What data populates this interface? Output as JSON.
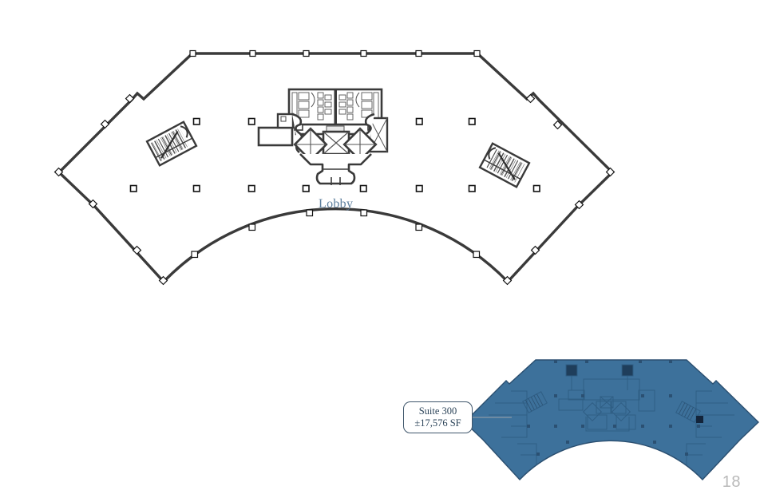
{
  "document": {
    "type": "floor-plan-sheet",
    "page_number": "18"
  },
  "main_plan": {
    "name": "main-floor-plan",
    "labels": {
      "lobby": "Lobby"
    },
    "colors": {
      "wall": "#3a3a3a",
      "interior_line": "#444444",
      "column_fill": "#ffffff",
      "column_stroke": "#111111",
      "lobby_text": "#5d7f9e",
      "background": "#ffffff"
    }
  },
  "key_plan": {
    "name": "key-plan-thumbnail",
    "colors": {
      "fill": "#3d719b",
      "outline": "#2b4f70",
      "partition": "#2f5d83",
      "marker": "#13243a"
    }
  },
  "callout": {
    "name": "suite-callout",
    "suite_label": "Suite 300",
    "area_label": "±17,576 SF",
    "border_color": "#3f566b",
    "text_color": "#2b4358",
    "leader_color": "#8a9aa6"
  },
  "footer": {
    "page_number": "18",
    "color": "#b9b9b9"
  }
}
